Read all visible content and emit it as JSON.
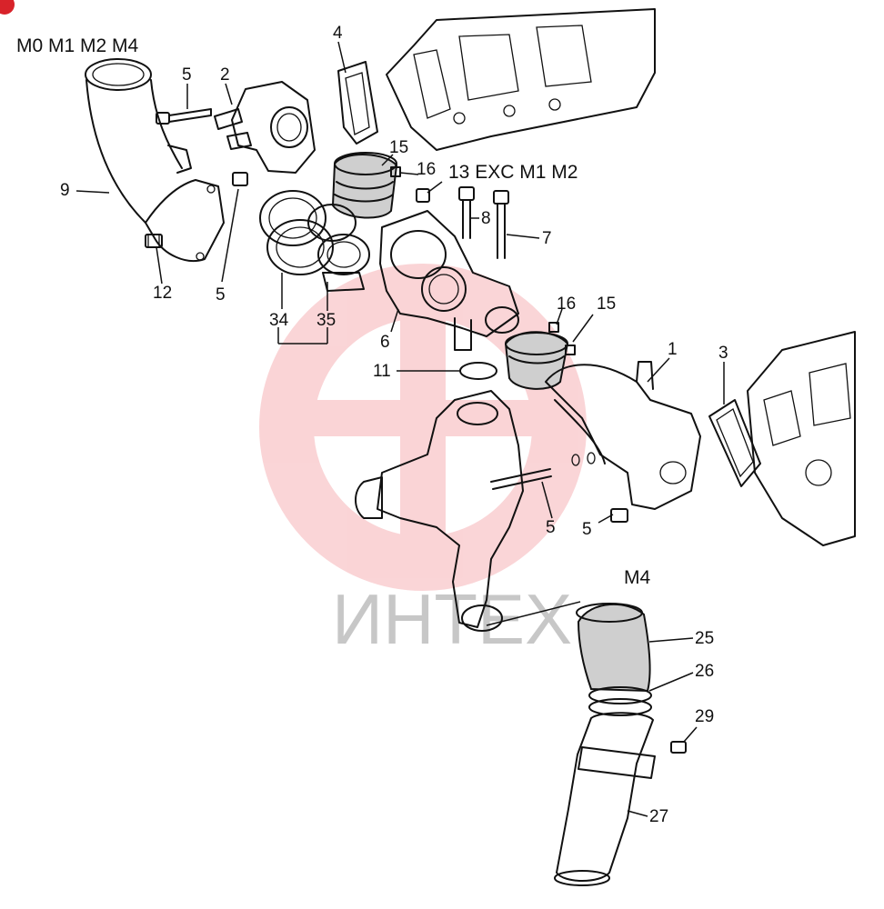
{
  "colors": {
    "watermark": "#e9424a",
    "watermark_text": "#9a9a9a",
    "ink": "#111111",
    "badge": "#d8232a"
  },
  "variants": {
    "top_left": "M0  M1 M2  M4",
    "exc": "13 EXC M1 M2",
    "m4": "M4"
  },
  "watermark_text": "ИНТЕХ",
  "callouts": {
    "c1": "1",
    "c2": "2",
    "c3": "3",
    "c4": "4",
    "c5_top": "5",
    "c5_mid": "5",
    "c5_pump": "5",
    "c5_right": "5",
    "c6": "6",
    "c7": "7",
    "c8": "8",
    "c9": "9",
    "c11": "11",
    "c12": "12",
    "c15_top": "15",
    "c15_mid": "15",
    "c16_top": "16",
    "c16_mid": "16",
    "c25": "25",
    "c26": "26",
    "c27": "27",
    "c29": "29",
    "c34": "34",
    "c35": "35"
  }
}
